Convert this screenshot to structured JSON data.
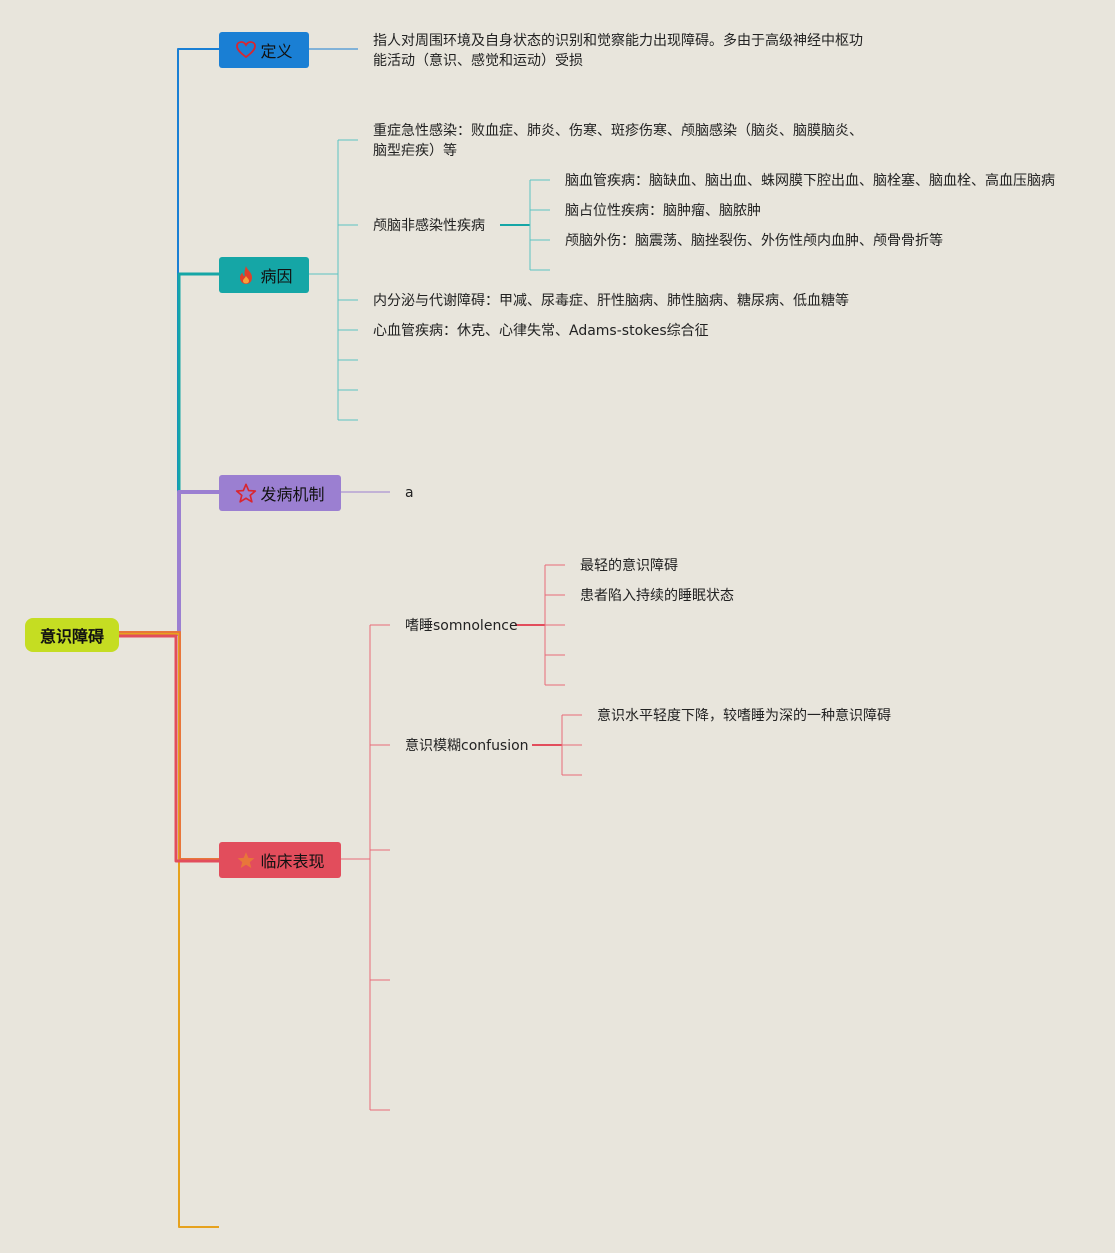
{
  "root": {
    "label": "意识障碍",
    "color": "#c5dd22"
  },
  "branches": {
    "definition": {
      "label": "定义",
      "icon": "heart-icon",
      "color": "#1a7fd4",
      "text": "指人对周围环境及自身状态的识别和觉察能力出现障碍。多由于高级神经中枢功能活动（意识、感觉和运动）受损"
    },
    "etiology": {
      "label": "病因",
      "icon": "fire-icon",
      "color": "#15a6a6",
      "items": [
        "重症急性感染：败血症、肺炎、伤寒、斑疹伤寒、颅脑感染（脑炎、脑膜脑炎、脑型疟疾）等",
        "颅脑非感染性疾病",
        "内分泌与代谢障碍：甲减、尿毒症、肝性脑病、肺性脑病、糖尿病、低血糖等",
        "心血管疾病：休克、心律失常、Adams-stokes综合征"
      ],
      "subitems": [
        "脑血管疾病：脑缺血、脑出血、蛛网膜下腔出血、脑栓塞、脑血栓、高血压脑病",
        "脑占位性疾病：脑肿瘤、脑脓肿",
        "颅脑外伤：脑震荡、脑挫裂伤、外伤性颅内血肿、颅骨骨折等"
      ]
    },
    "mechanism": {
      "label": "发病机制",
      "icon": "star-outline-icon",
      "color": "#9b7fd1",
      "text": "a"
    },
    "clinical": {
      "label": "临床表现",
      "icon": "star-icon",
      "color": "#e24d5c",
      "items": [
        {
          "label": "嗜睡somnolence",
          "details": [
            "最轻的意识障碍",
            "患者陷入持续的睡眠状态"
          ]
        },
        {
          "label": "意识模糊confusion",
          "details": [
            "意识水平轻度下降，较嗜睡为深的一种意识障碍"
          ]
        }
      ]
    },
    "extra": {
      "color": "#e6a21e"
    }
  }
}
